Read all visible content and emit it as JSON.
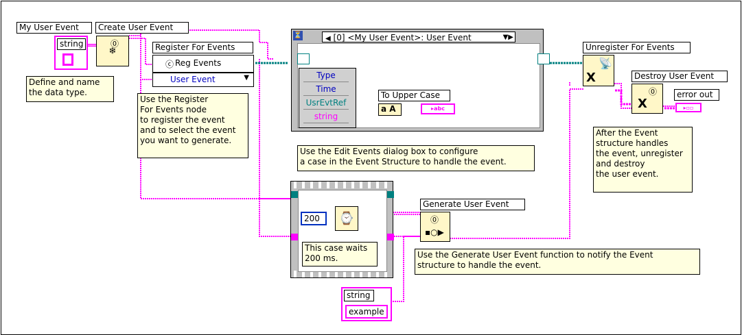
{
  "nodes": {
    "my_user_event": "My User Event",
    "create_user_event": "Create User Event",
    "register_for_events": "Register For Events",
    "reg_events": "Reg Events",
    "user_event_dropdown": "User Event",
    "event_case_selector": "[0] <My User Event>: User Event",
    "to_upper_case": "To Upper Case",
    "unregister_for_events": "Unregister For Events",
    "destroy_user_event": "Destroy User Event",
    "error_out": "error out",
    "generate_user_event": "Generate User Event",
    "wait_constant": "200",
    "string_label": "string",
    "string_value": "example",
    "my_user_event_type": "string"
  },
  "event_data_node": [
    "Type",
    "Time",
    "UsrEvtRef",
    "string"
  ],
  "notes": {
    "define_type": "Define and name\nthe data type.",
    "register_note": "Use the Register\nFor Events node\nto register the event\nand to select the event\nyou want to generate.",
    "edit_events": "Use the Edit Events dialog box to configure\na case in the Event Structure to handle the event.",
    "wait_note": "This case waits\n200 ms.",
    "generate_note": "Use the Generate User Event function to notify the Event\nstructure to handle the event.",
    "after_note": "After the Event\nstructure handles\nthe event, unregister\nand destroy\nthe user event."
  },
  "colors": {
    "string_wire": "#ff00ff",
    "refnum_wire": "#008080",
    "cluster_wire": "#ff00ff",
    "error_wire": "#bfa000",
    "note_bg": "#ffffe0",
    "node_bg": "#fff7c8",
    "structure_gray": "#c0c0c0"
  }
}
